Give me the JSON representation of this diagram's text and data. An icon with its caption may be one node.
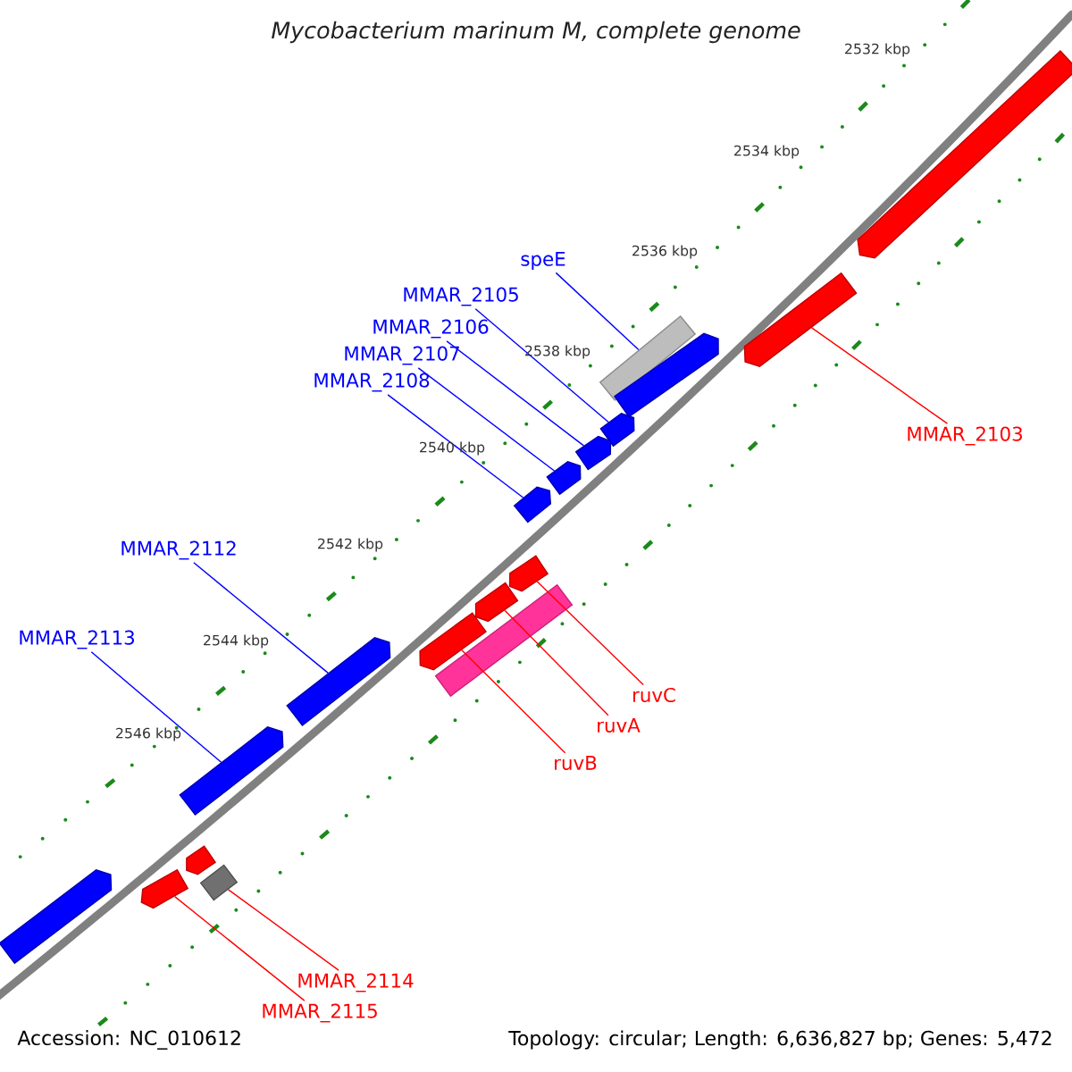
{
  "diagram": {
    "title": "Mycobacterium marinum M, complete genome",
    "nodes": [
      {
        "text": [],
        "shape": "bar"
      },
      {
        "text": [
          "speE"
        ]
      },
      {
        "text": [],
        "shape": "box"
      },
      {
        "text": [
          "MMAR_2105"
        ]
      },
      {
        "text": [],
        "shape": "arrow"
      },
      {
        "text": [
          "MMAR_2106"
        ]
      },
      {
        "text": [],
        "shape": "arrow"
      },
      {
        "text": [
          "MMAR_2107"
        ]
      },
      {
        "text": [],
        "shape": "arrow"
      },
      {
        "text": [
          "MMAR_2108"
        ]
      },
      {
        "text": [],
        "shape": "arrow"
      },
      {
        "text": [],
        "shape": "arrow"
      },
      {
        "text": [
          "MMAR_2103"
        ]
      },
      {
        "text": [],
        "shape": "arrow"
      },
      {
        "text": [
          "MMAR_2112"
        ]
      },
      {
        "text": [],
        "shape": "arrow"
      },
      {
        "text": [
          "MMAR_2113"
        ]
      },
      {
        "text": [],
        "shape": "arrow"
      },
      {
        "text": [
          "ruvC"
        ]
      },
      {
        "text": [],
        "shape": "arrow"
      },
      {
        "text": [
          "ruvA"
        ]
      },
      {
        "text": [],
        "shape": "arrow"
      },
      {
        "text": [
          "ruvB"
        ]
      },
      {
        "text": [],
        "shape": "arrow"
      },
      {
        "text": [],
        "shape": "box"
      },
      {
        "text": [],
        "shape": "arrow"
      },
      {
        "text": [],
        "shape": "arrow"
      },
      {
        "text": [
          "MMAR_2114"
        ]
      },
      {
        "text": [],
        "shape": "box"
      },
      {
        "text": [
          "MMAR_2115"
        ]
      },
      {
        "text": [],
        "shape": "arrow"
      }
    ],
    "edges": [
      {
        "from": 1,
        "to": 2,
        "arrow": "none"
      },
      {
        "from": 3,
        "to": 4,
        "arrow": "none"
      },
      {
        "from": 5,
        "to": 6,
        "arrow": "none"
      },
      {
        "from": 7,
        "to": 8,
        "arrow": "none"
      },
      {
        "from": 9,
        "to": 10,
        "arrow": "none"
      },
      {
        "from": 12,
        "to": 13,
        "arrow": "none",
        "color": "#ff0000"
      },
      {
        "from": 14,
        "to": 15,
        "arrow": "none"
      },
      {
        "from": 16,
        "to": 17,
        "arrow": "none"
      },
      {
        "from": 18,
        "to": 19,
        "arrow": "none",
        "color": "#ff0000"
      },
      {
        "from": 20,
        "to": 21,
        "arrow": "none",
        "color": "#ff0000"
      },
      {
        "from": 22,
        "to": 23,
        "arrow": "none",
        "color": "#ff0000"
      },
      {
        "from": 27,
        "to": 28,
        "arrow": "none",
        "color": "#ff0000"
      },
      {
        "from": 29,
        "to": 30,
        "arrow": "none",
        "color": "#ff0000"
      }
    ],
    "labels": [
      "2532 kbp",
      "2534 kbp",
      "2536 kbp",
      "2538 kbp",
      "2540 kbp",
      "2542 kbp",
      "2544 kbp",
      "2546 kbp",
      "Accession: NC_010612",
      "Topology: circular; Length: 6,636,827 bp; Genes: 5,472"
    ]
  }
}
